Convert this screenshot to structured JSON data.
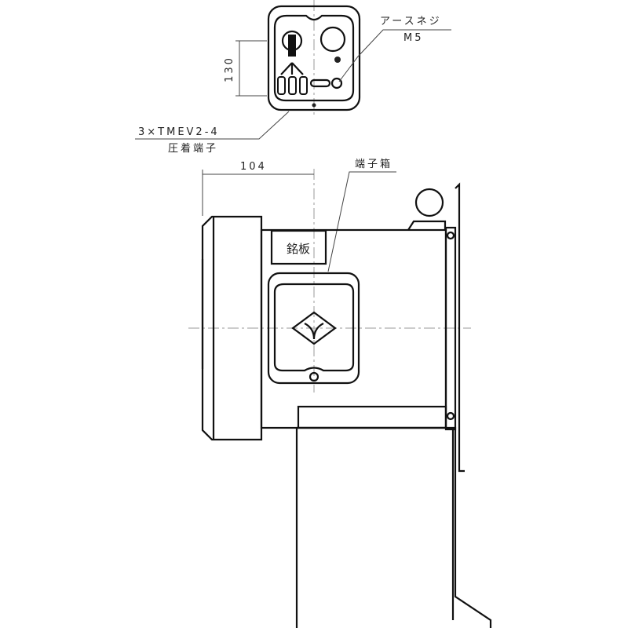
{
  "labels": {
    "earth_screw": "アースネジ",
    "earth_screw_size": "M5",
    "dim_130": "130",
    "crimp_spec": "3×TMEV2-4",
    "crimp_terminal": "圧着端子",
    "dim_104": "104",
    "terminal_box": "端子箱",
    "nameplate": "銘板"
  }
}
